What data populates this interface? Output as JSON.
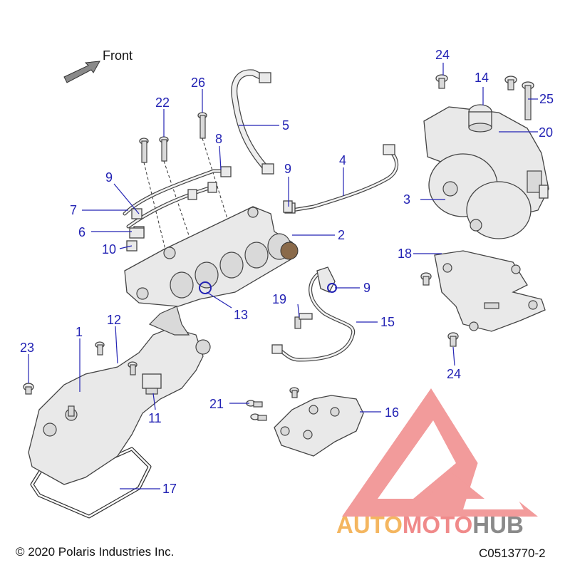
{
  "front_label": "Front",
  "copyright": "© 2020 Polaris Industries Inc.",
  "diagram_code": "C0513770-2",
  "watermark": {
    "part1": "AUTO",
    "part2": "MOTO",
    "part3": "HUB",
    "color_orange": "#f4b660",
    "color_red": "#f08a8a",
    "color_gray": "#8a8a8a"
  },
  "callout_color": "#2323b4",
  "callouts": {
    "c1": "1",
    "c2": "2",
    "c3": "3",
    "c4": "4",
    "c5": "5",
    "c6": "6",
    "c7": "7",
    "c8": "8",
    "c9a": "9",
    "c9b": "9",
    "c9c": "9",
    "c10": "10",
    "c11": "11",
    "c12": "12",
    "c13": "13",
    "c14": "14",
    "c15": "15",
    "c16": "16",
    "c17": "17",
    "c18": "18",
    "c19": "19",
    "c20": "20",
    "c21": "21",
    "c22": "22",
    "c23": "23",
    "c24a": "24",
    "c24b": "24",
    "c25": "25",
    "c26": "26"
  }
}
